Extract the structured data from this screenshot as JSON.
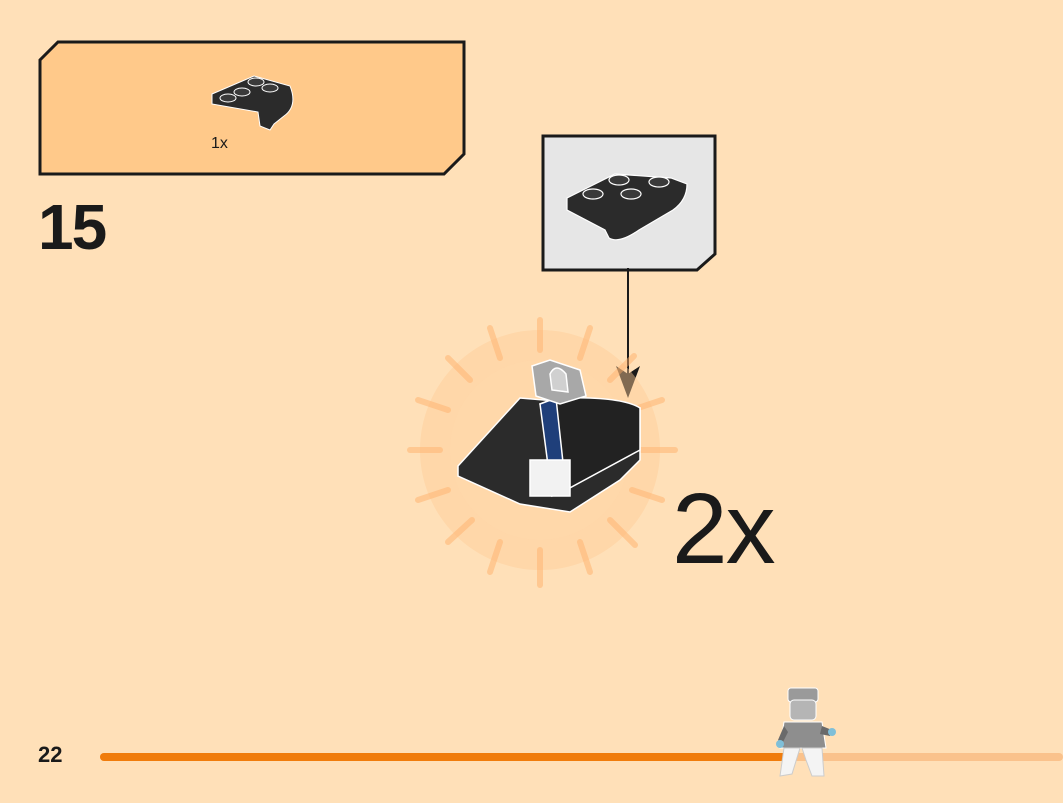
{
  "parts_callout": {
    "quantity": "1x",
    "part_icon": "black-inverted-slope-plate-icon"
  },
  "step": {
    "number": "15"
  },
  "subassembly": {
    "icon": "black-inverted-slope-plate-icon",
    "multiplier": "2x"
  },
  "footer": {
    "page_number": "22",
    "progress_fraction": 0.72
  },
  "colors": {
    "background": "#ffe0b8",
    "callout_fill": "#ffc98a",
    "progress_fill": "#f07c0c",
    "progress_track": "#fac28c",
    "brick_black": "#2b2b2b",
    "accent_blue": "#1f3f7a"
  }
}
